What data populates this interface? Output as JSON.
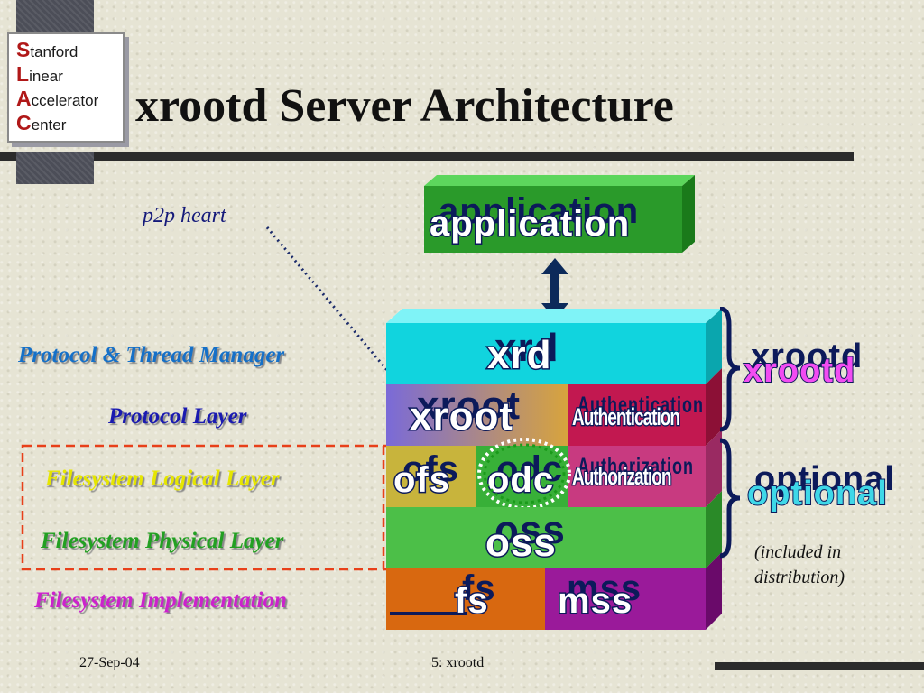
{
  "logo": {
    "lines": [
      {
        "cap": "S",
        "rest": "tanford"
      },
      {
        "cap": "L",
        "rest": "inear"
      },
      {
        "cap": "A",
        "rest": "ccelerator"
      },
      {
        "cap": "C",
        "rest": "enter"
      }
    ]
  },
  "title": "xrootd Server Architecture",
  "annotation": "p2p heart",
  "layers": {
    "protocol_thread": "Protocol & Thread Manager",
    "protocol": "Protocol Layer",
    "fs_logical": "Filesystem Logical Layer",
    "fs_physical": "Filesystem Physical Layer",
    "fs_impl": "Filesystem Implementation"
  },
  "blocks": {
    "application": "application",
    "xrd": "xrd",
    "xroot": "xroot",
    "authentication": "Authentication",
    "ofs": "ofs",
    "odc": "odc",
    "authorization": "Authorization",
    "oss": "oss",
    "fs": "fs",
    "mss": "mss"
  },
  "groups": {
    "xrootd": "xrootd",
    "optional": "optional",
    "note": "(included in distribution)"
  },
  "footer": {
    "date": "27-Sep-04",
    "slide": "5: xrootd"
  },
  "colors": {
    "protocol_thread_label": "#1570c8",
    "protocol_label": "#1a1ab0",
    "fs_logical_label": "#e6e600",
    "fs_physical_label": "#22a022",
    "fs_impl_label": "#cc22cc",
    "application_block": "#2a9a2a",
    "xrd_block": "#11d4de",
    "xroot_block": "#d8a43c",
    "auth_block": "#c21850",
    "ofs_block": "#c8b43c",
    "odc_block": "#38b038",
    "authz_block": "#c83a80",
    "oss_block": "#4cbf48",
    "fs_block": "#d86810",
    "mss_block": "#9a1a9a",
    "xrootd_group_fill": "#f24cf2",
    "optional_group_fill": "#3fd8e8"
  }
}
